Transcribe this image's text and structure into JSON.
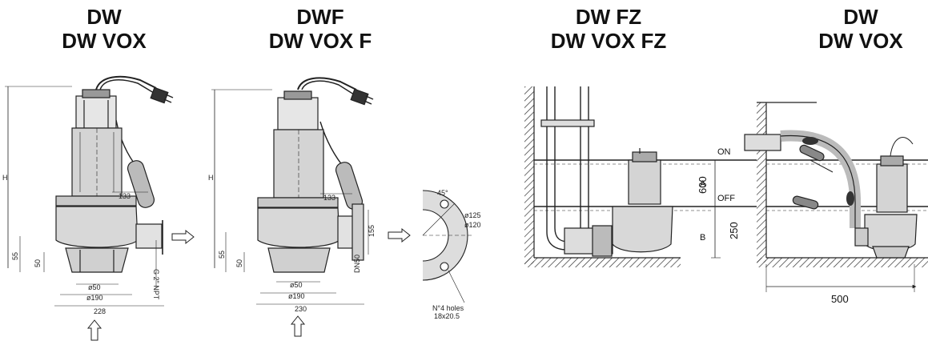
{
  "titles": {
    "dw": {
      "line1": "DW",
      "line2": "DW VOX"
    },
    "dwf": {
      "line1": "DWF",
      "line2": "DW VOX F"
    },
    "dwfz": {
      "line1": "DW FZ",
      "line2": "DW VOX FZ"
    },
    "dw2": {
      "line1": "DW",
      "line2": "DW VOX"
    }
  },
  "dw_drawing": {
    "height_label": "H",
    "dim_133": "133",
    "dim_55": "55",
    "dim_50": "50",
    "dim_phi50": "ø50",
    "dim_phi190": "ø190",
    "dim_228": "228",
    "outlet": "G 2\" NPT"
  },
  "dwf_drawing": {
    "height_label": "H",
    "dim_133": "133",
    "dim_155": "155",
    "dim_55": "55",
    "dim_50": "50",
    "dim_dn50": "DN50",
    "dim_phi50": "ø50",
    "dim_phi190": "ø190",
    "dim_230": "230"
  },
  "flange_detail": {
    "angle": "45°",
    "dim_125": "ø125",
    "dim_120": "ø120",
    "holes": "N°4 holes",
    "holes_size": "18x20.5"
  },
  "install_drawing": {
    "on_label": "ON",
    "off_label": "OFF",
    "dim_600": "600",
    "dim_a": "A",
    "dim_250": "250",
    "dim_b": "B",
    "dim_500": "500"
  }
}
